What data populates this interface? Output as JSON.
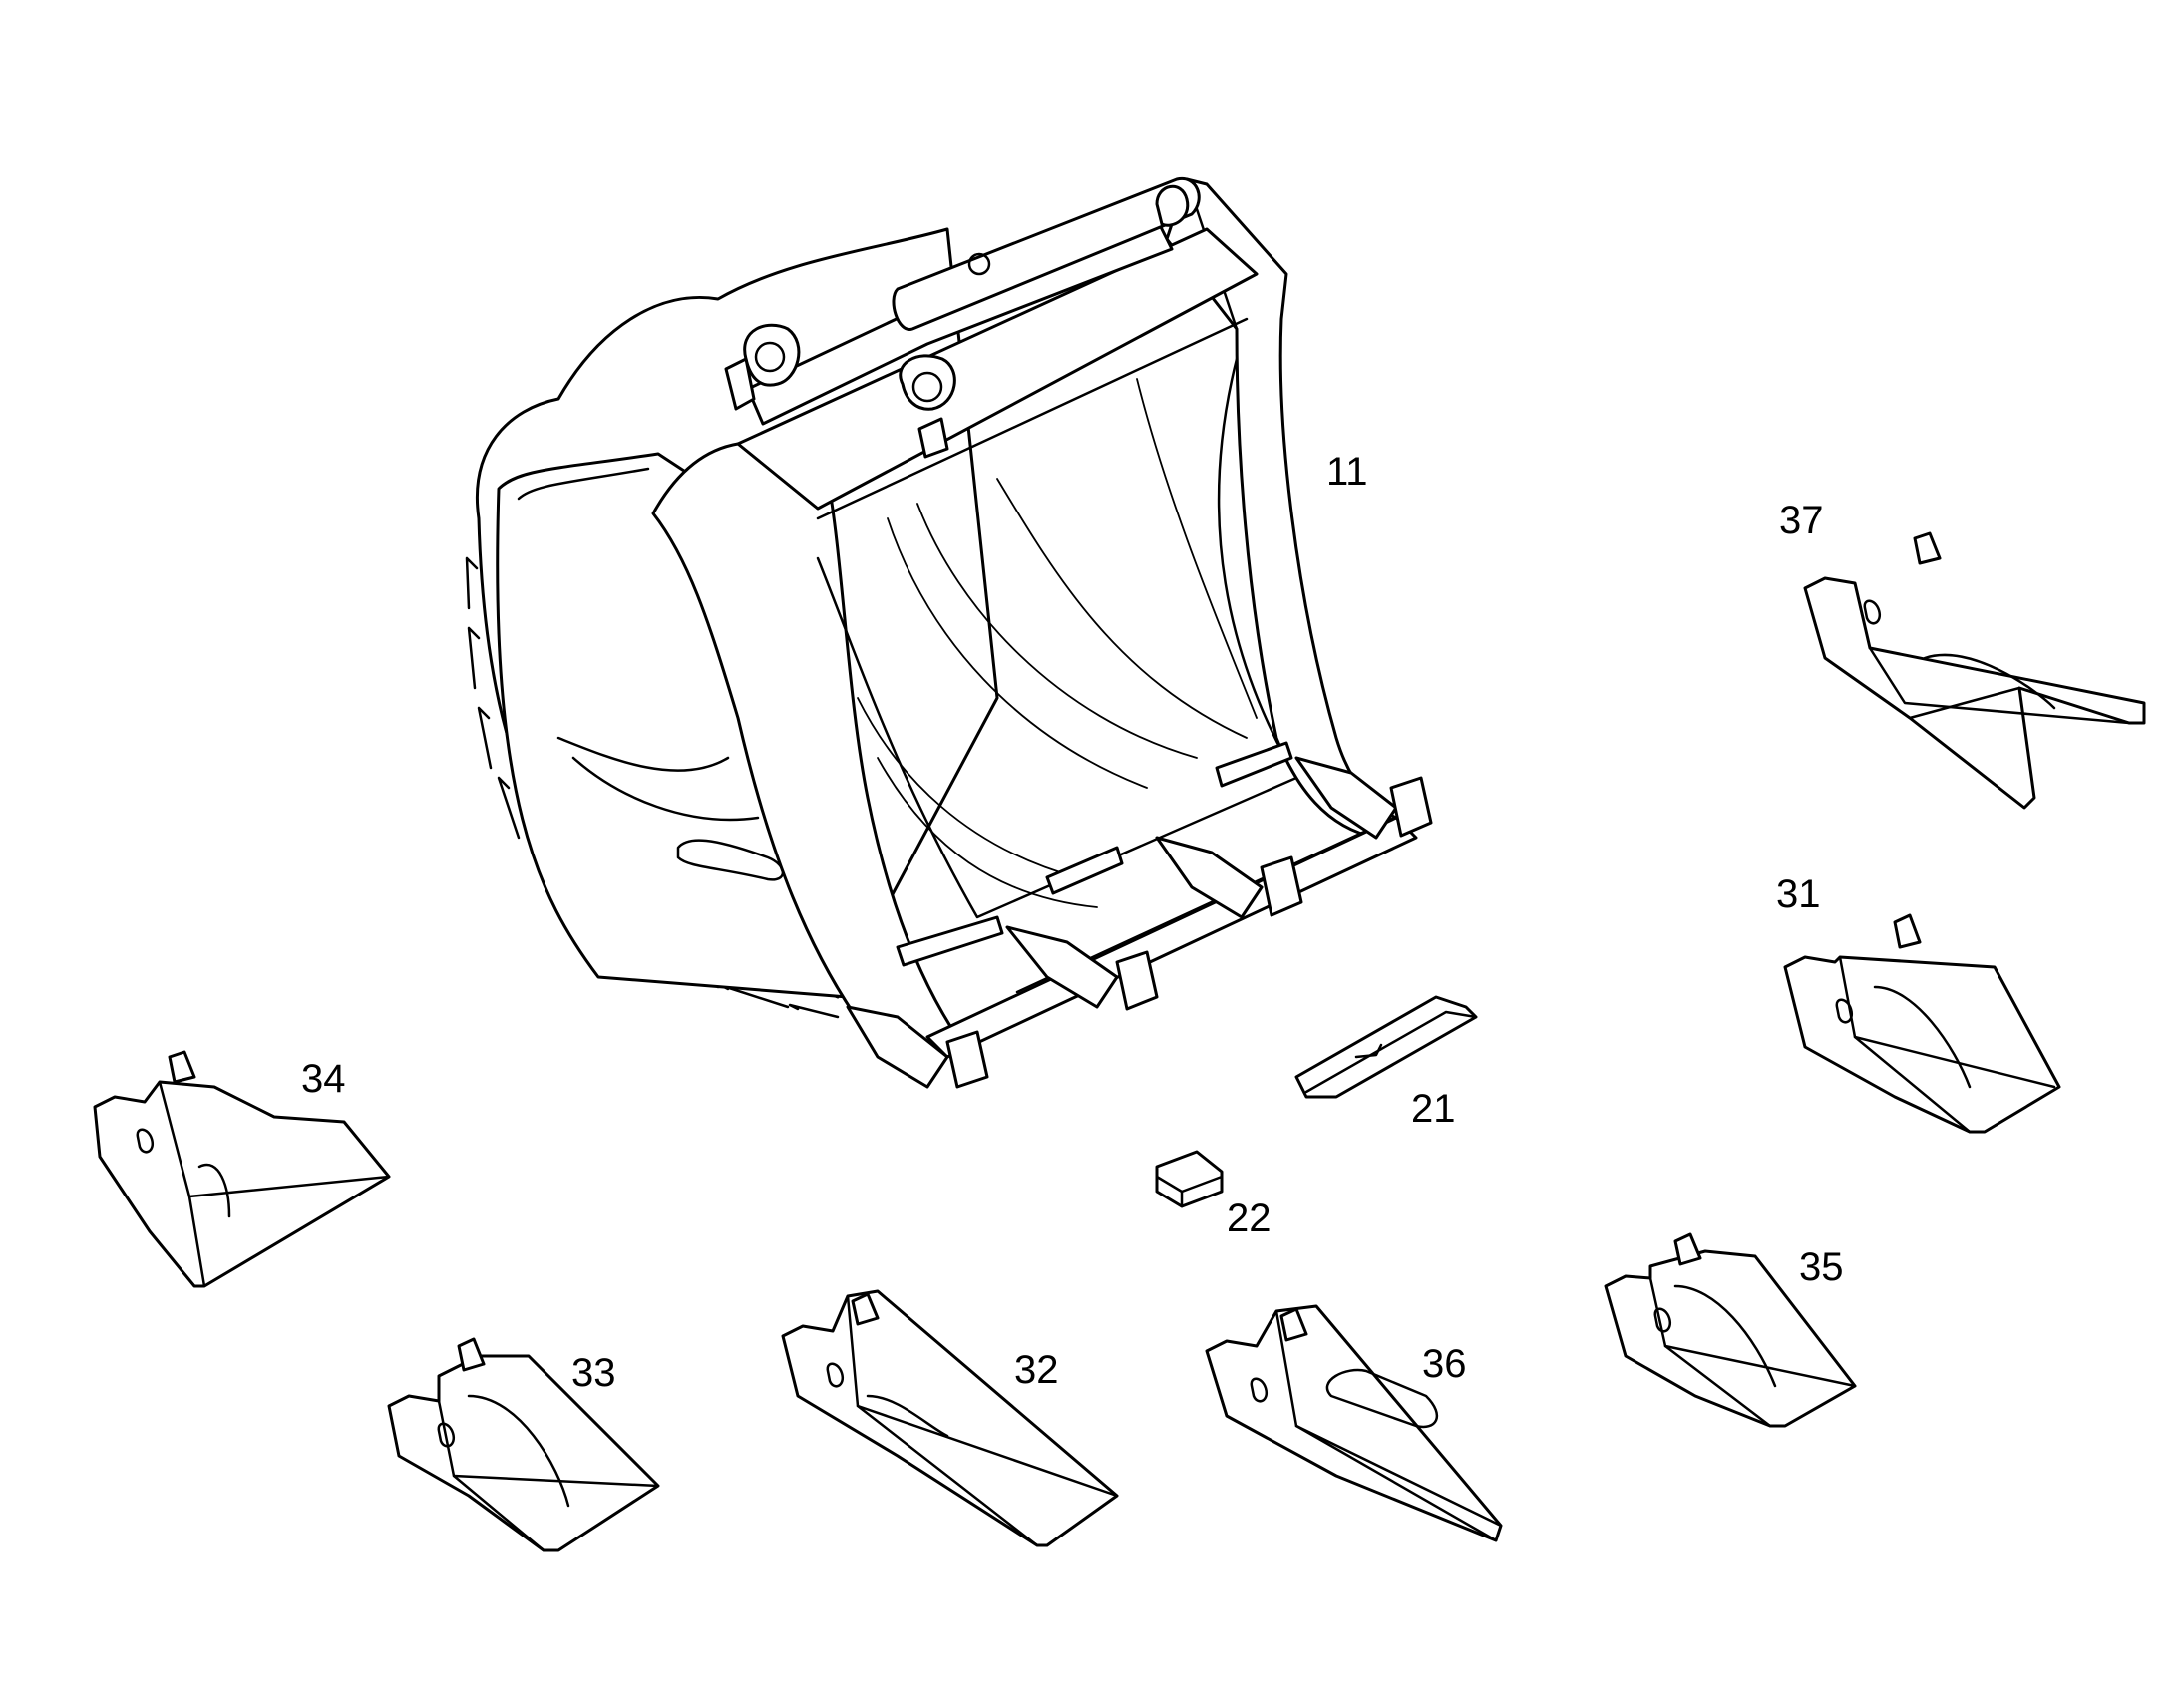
{
  "callouts": {
    "p11": "11",
    "p37": "37",
    "p31": "31",
    "p34": "34",
    "p21": "21",
    "p22": "22",
    "p35": "35",
    "p33": "33",
    "p32": "32",
    "p36": "36"
  }
}
